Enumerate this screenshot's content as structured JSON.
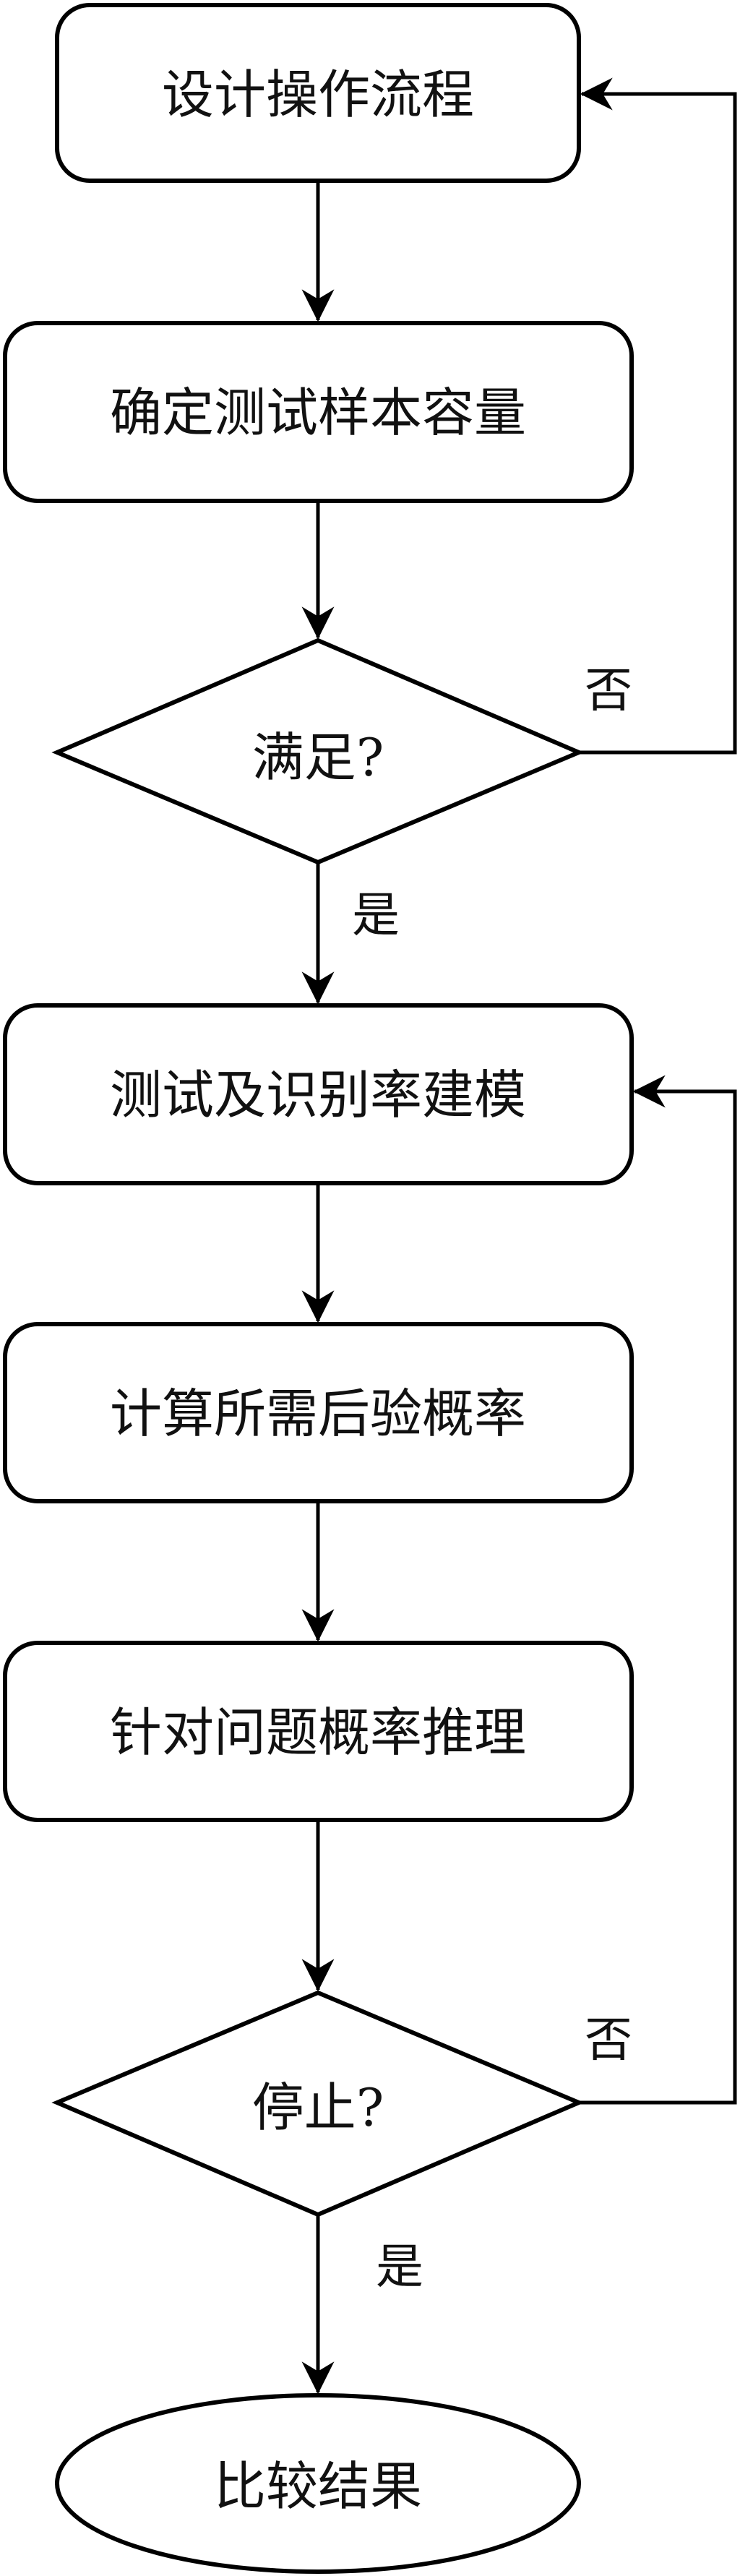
{
  "flowchart": {
    "nodes": [
      {
        "id": "design",
        "type": "process",
        "label": "设计操作流程"
      },
      {
        "id": "sample-size",
        "type": "process",
        "label": "确定测试样本容量"
      },
      {
        "id": "satisfied",
        "type": "decision",
        "label": "满足?"
      },
      {
        "id": "modeling",
        "type": "process",
        "label": "测试及识别率建模"
      },
      {
        "id": "posterior",
        "type": "process",
        "label": "计算所需后验概率"
      },
      {
        "id": "inference",
        "type": "process",
        "label": "针对问题概率推理"
      },
      {
        "id": "stop",
        "type": "decision",
        "label": "停止?"
      },
      {
        "id": "compare",
        "type": "terminal",
        "label": "比较结果"
      }
    ],
    "edges": [
      {
        "from": "design",
        "to": "sample-size",
        "label": ""
      },
      {
        "from": "sample-size",
        "to": "satisfied",
        "label": ""
      },
      {
        "from": "satisfied",
        "to": "modeling",
        "label": "是"
      },
      {
        "from": "satisfied",
        "to": "design",
        "label": "否"
      },
      {
        "from": "modeling",
        "to": "posterior",
        "label": ""
      },
      {
        "from": "posterior",
        "to": "inference",
        "label": ""
      },
      {
        "from": "inference",
        "to": "stop",
        "label": ""
      },
      {
        "from": "stop",
        "to": "compare",
        "label": "是"
      },
      {
        "from": "stop",
        "to": "modeling",
        "label": "否"
      }
    ],
    "colors": {
      "stroke": "#000000",
      "fill": "#ffffff",
      "text": "#111111"
    }
  }
}
